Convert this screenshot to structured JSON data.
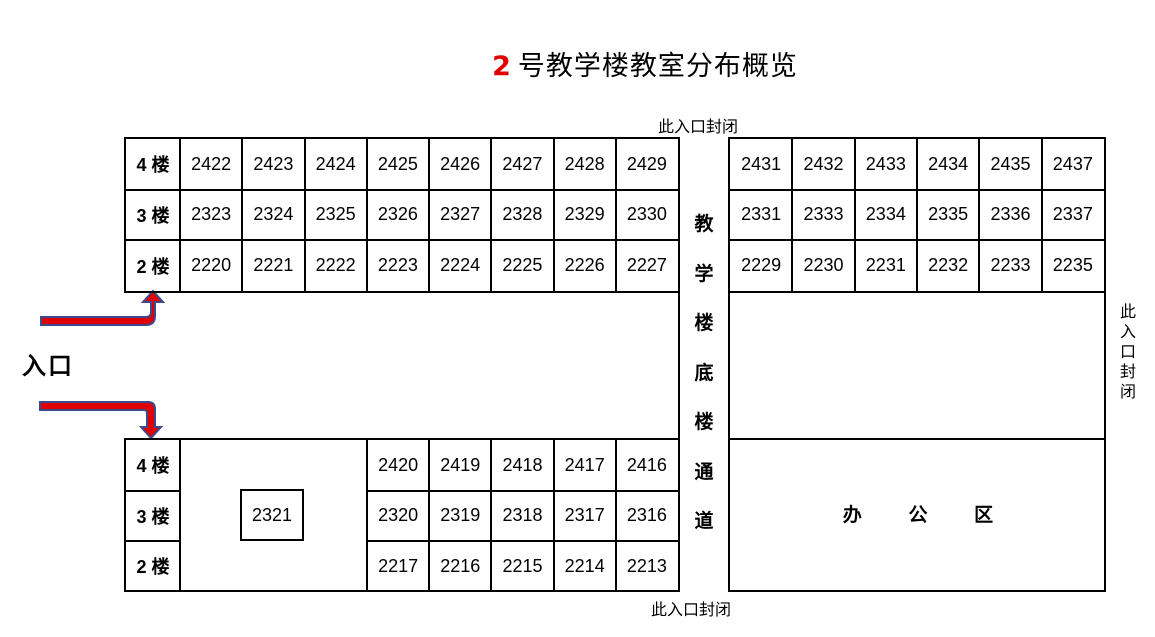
{
  "title": {
    "number": "2",
    "text": "号教学楼教室分布概览"
  },
  "notes": {
    "closed_top": "此入口封闭",
    "closed_bottom": "此入口封闭",
    "closed_right": [
      "此",
      "入",
      "口",
      "封",
      "闭"
    ]
  },
  "entrance_label": "入口",
  "corridor_label": [
    "教",
    "学",
    "楼",
    "底",
    "楼",
    "通",
    "道"
  ],
  "office_label": "办 公 区",
  "colors": {
    "title_number": "#e00000",
    "arrow_fill": "#e00000",
    "arrow_outline": "#3b4a8c"
  },
  "upper_block": {
    "floors": [
      "4 楼",
      "3 楼",
      "2 楼"
    ],
    "left_rooms": [
      [
        "2422",
        "2423",
        "2424",
        "2425",
        "2426",
        "2427",
        "2428",
        "2429"
      ],
      [
        "2323",
        "2324",
        "2325",
        "2326",
        "2327",
        "2328",
        "2329",
        "2330"
      ],
      [
        "2220",
        "2221",
        "2222",
        "2223",
        "2224",
        "2225",
        "2226",
        "2227"
      ]
    ],
    "right_rooms": [
      [
        "2431",
        "2432",
        "2433",
        "2434",
        "2435",
        "2437"
      ],
      [
        "2331",
        "2333",
        "2334",
        "2335",
        "2336",
        "2337"
      ],
      [
        "2229",
        "2230",
        "2231",
        "2232",
        "2233",
        "2235"
      ]
    ]
  },
  "lower_block": {
    "floors": [
      "4 楼",
      "3 楼",
      "2 楼"
    ],
    "standalone_room": "2321",
    "rooms": [
      [
        "2420",
        "2419",
        "2418",
        "2417",
        "2416"
      ],
      [
        "2320",
        "2319",
        "2318",
        "2317",
        "2316"
      ],
      [
        "2217",
        "2216",
        "2215",
        "2214",
        "2213"
      ]
    ]
  }
}
